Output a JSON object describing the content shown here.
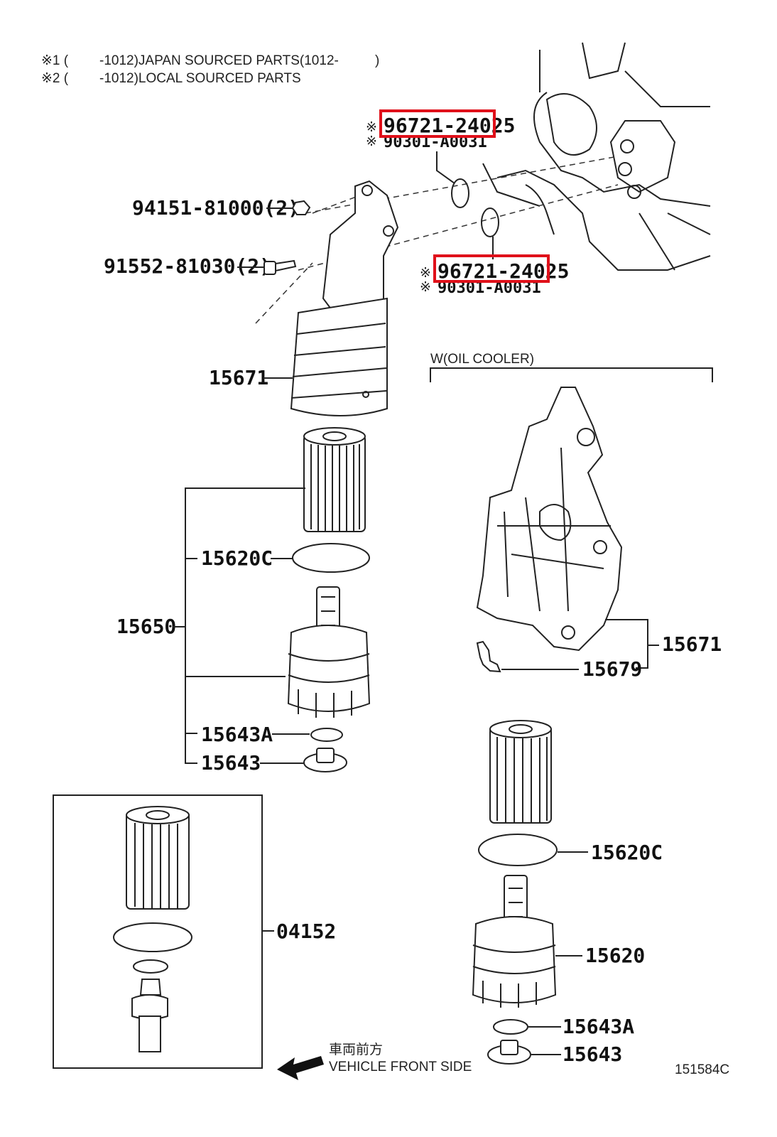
{
  "notes": [
    {
      "mark": "※1 (",
      "text": "-1012)JAPAN SOURCED PARTS(1012-",
      "tail": ")"
    },
    {
      "mark": "※2 (",
      "text": "-1012)LOCAL SOURCED PARTS",
      "tail": ""
    }
  ],
  "callouts": {
    "o_ring_top": "96721-24025",
    "o_ring_top_alt": "90301-A0031",
    "o_ring_mid": "96721-24025",
    "o_ring_mid_alt": "90301-A0031",
    "nut": "94151-81000(2)",
    "bolt": "91552-81030(2)",
    "housing_left": "15671",
    "element_gasket_left": "15620C",
    "filter_assy_left": "15650",
    "drain_gasket_left": "15643A",
    "drain_plug_left": "15643",
    "kit_box": "04152",
    "housing_right": "15671",
    "bracket_right": "15679",
    "element_gasket_right": "15620C",
    "cap_right": "15620",
    "drain_gasket_right": "15643A",
    "drain_plug_right": "15643"
  },
  "note_mark": "※",
  "section_title": "W(OIL COOLER)",
  "direction": {
    "jp": "車両前方",
    "en": "VEHICLE FRONT SIDE"
  },
  "figure_id": "151584C",
  "colors": {
    "highlight": "#e0101a",
    "ink": "#222222"
  }
}
